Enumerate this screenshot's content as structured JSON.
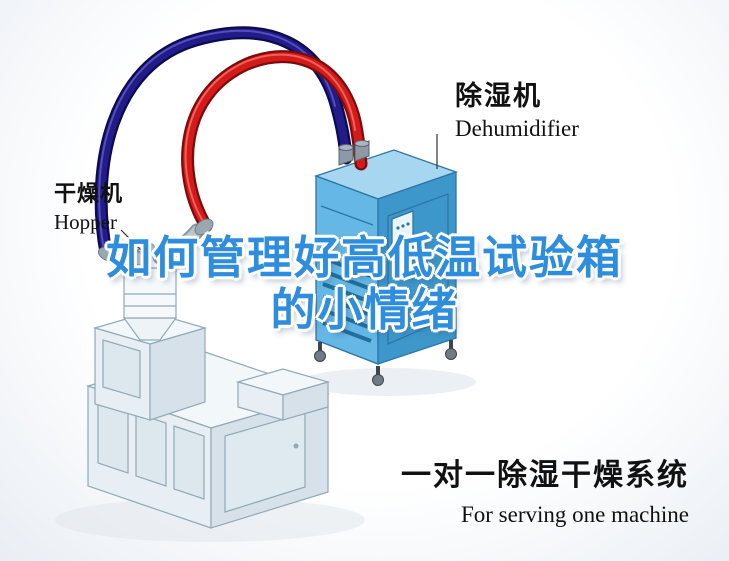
{
  "labels": {
    "dryer": {
      "cn": "干燥机",
      "en": "Hopper"
    },
    "dehumidifier": {
      "cn": "除湿机",
      "en": "Dehumidifier"
    }
  },
  "title": {
    "line1": "如何管理好高低温试验箱",
    "line2": "的小情绪",
    "color": "#2e8ddd"
  },
  "caption": {
    "cn": "一对一除湿干燥系统",
    "en": "For serving one machine"
  },
  "illustration": {
    "machines": [
      "hopper-dryer",
      "extruder-machine",
      "dehumidifier-unit"
    ],
    "pipe_colors": {
      "blue_pipe": "#221c8a",
      "red_pipe": "#d41b1b"
    },
    "dehumidifier_body_color": "#65b7e5"
  }
}
